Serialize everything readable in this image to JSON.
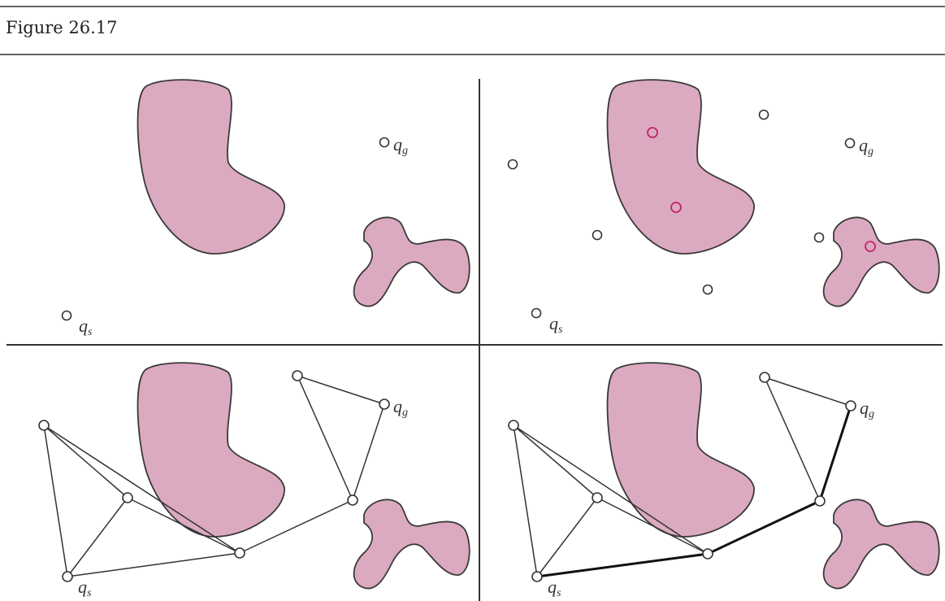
{
  "title": "Figure 26.17",
  "labels": {
    "q": "q",
    "start_sub": "s",
    "goal_sub": "g"
  },
  "colors": {
    "obstacle_fill": "#dcaac0",
    "stroke": "#3a3a3a",
    "colliding_sample": "#c0246e"
  },
  "panels": [
    "configuration-space",
    "random-samples",
    "roadmap",
    "path"
  ]
}
